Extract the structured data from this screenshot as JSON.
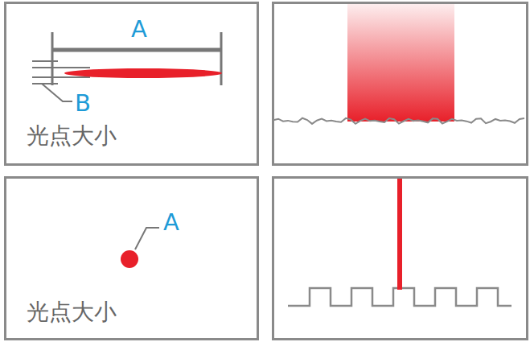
{
  "diagram": {
    "nodes": [
      {
        "text": [
          "光点大小"
        ]
      },
      {
        "text": [
          "光点大小"
        ]
      }
    ],
    "labels": [
      "A",
      "B",
      "A"
    ]
  }
}
